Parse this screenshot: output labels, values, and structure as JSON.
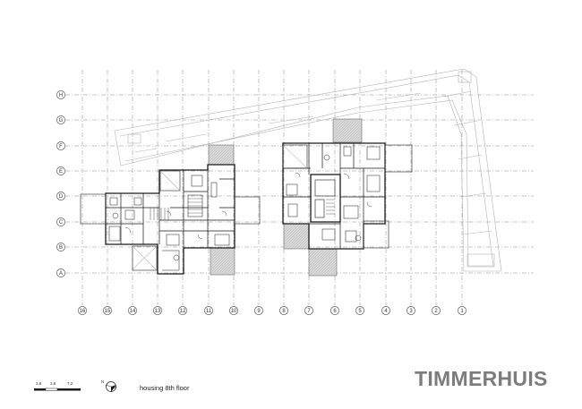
{
  "drawing": {
    "caption": "housing 8th floor",
    "brand": "TIMMERHUIS",
    "north_label": "N",
    "scale_labels": [
      "3,6",
      "3,6",
      "7,2"
    ]
  },
  "grid": {
    "row_labels": [
      "H",
      "G",
      "F",
      "E",
      "D",
      "C",
      "B",
      "A"
    ],
    "column_labels": [
      "16",
      "15",
      "14",
      "13",
      "12",
      "11",
      "10",
      "9",
      "8",
      "7",
      "6",
      "5",
      "4",
      "3",
      "2",
      "1"
    ]
  },
  "colors": {
    "wall": "#1a1a1a",
    "grid_line": "#8a8a8a",
    "outline_faint": "#b4b4b4",
    "hatched_fill": "#d2d2d2",
    "brand": "#7c7c7c"
  }
}
